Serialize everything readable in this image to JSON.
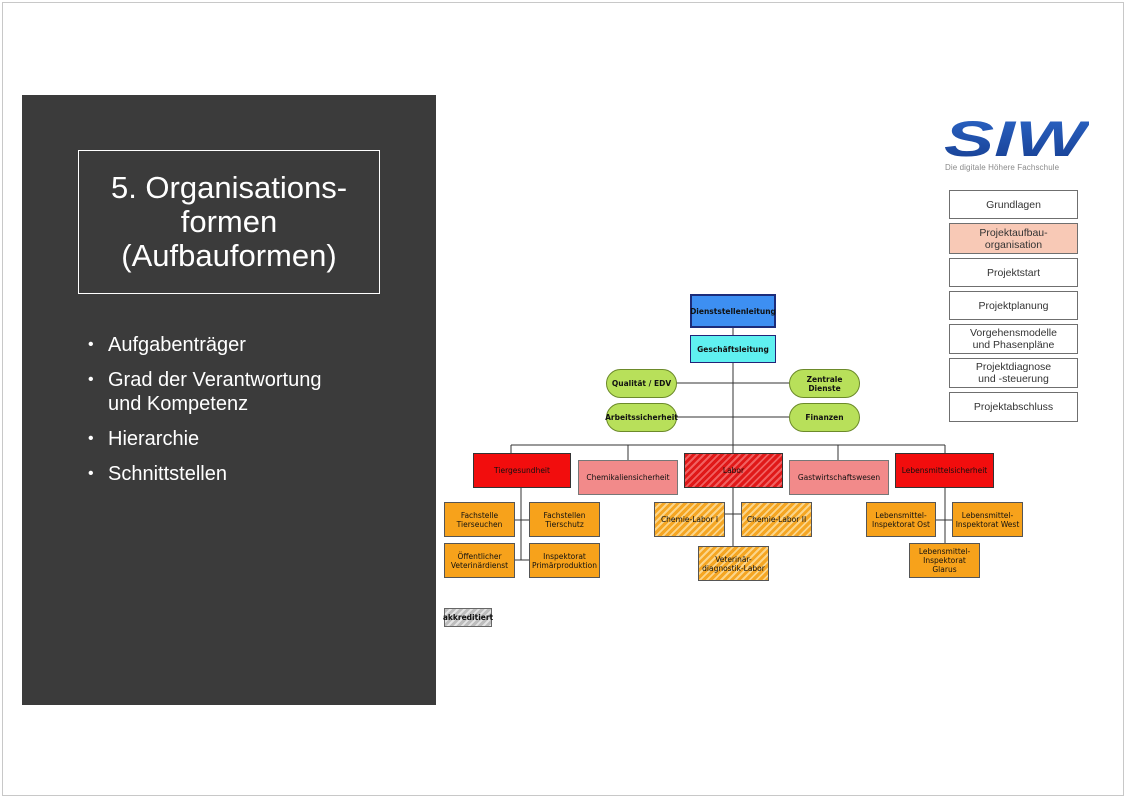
{
  "slide": {
    "title": "5. Organisations-\nformen\n(Aufbauformen)",
    "bullets": [
      "Aufgabenträger",
      "Grad der Verantwortung\nund Kompetenz",
      "Hierarchie",
      "Schnittstellen"
    ]
  },
  "logo": {
    "text": "SIW",
    "tagline": "Die digitale Höhere Fachschule",
    "color": "#1e4fa8"
  },
  "nav": {
    "items": [
      {
        "label": "Grundlagen"
      },
      {
        "label": "Projektaufbau-\norganisation",
        "active": true
      },
      {
        "label": "Projektstart"
      },
      {
        "label": "Projektplanung"
      },
      {
        "label": "Vorgehensmodelle\nund Phasenpläne"
      },
      {
        "label": "Projektdiagnose\nund -steuerung"
      },
      {
        "label": "Projektabschluss"
      }
    ],
    "active_color": "#f8c9b6"
  },
  "org_chart": {
    "top": "Dienststellenleitung",
    "management": "Geschäftsleitung",
    "staff": [
      "Qualität / EDV",
      "Zentrale Dienste",
      "Arbeitssicherheit",
      "Finanzen"
    ],
    "departments": [
      "Tiergesundheit",
      "Chemikaliensicherheit",
      "Labor",
      "Gastwirtschaftswesen",
      "Lebensmittelsicherheit"
    ],
    "units": {
      "tiergesundheit": [
        "Fachstelle\nTierseuchen",
        "Fachstellen\nTierschutz",
        "Öffentlicher\nVeterinärdienst",
        "Inspektorat\nPrimärproduktion"
      ],
      "labor": [
        "Chemie-Labor I",
        "Chemie-Labor II",
        "Veterinär-\ndiagnostik-Labor"
      ],
      "lebensmittel": [
        "Lebensmittel-\nInspektorat Ost",
        "Lebensmittel-\nInspektorat West",
        "Lebensmittel-\nInspektorat Glarus"
      ]
    },
    "legend": "akkreditiert"
  }
}
